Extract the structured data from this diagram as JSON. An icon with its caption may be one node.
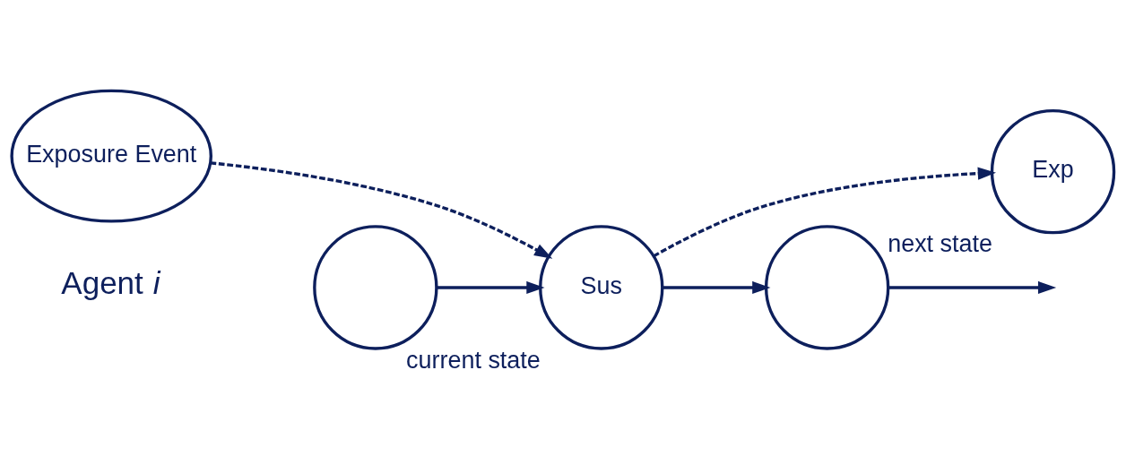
{
  "diagram": {
    "nodes": [
      {
        "text": [
          "Exposure Event"
        ]
      },
      {
        "text": [
          "Exp"
        ],
        "beside": [
          "next state"
        ]
      },
      {
        "text": [],
        "shape": "circle"
      },
      {
        "text": [
          "Sus"
        ],
        "beside": [
          "current state"
        ]
      },
      {
        "text": [],
        "shape": "circle"
      }
    ],
    "edges": [
      {
        "from": 2,
        "to": 3,
        "arrow": "to"
      },
      {
        "from": 3,
        "to": 4,
        "arrow": "to"
      },
      {
        "from": 4,
        "to": null,
        "arrow": "to"
      },
      {
        "from": 0,
        "to": 3,
        "arrow": "to",
        "style": "dashed"
      },
      {
        "from": 3,
        "to": 1,
        "arrow": "to",
        "style": "dashed"
      }
    ],
    "labels": [
      "Agent *i*"
    ]
  }
}
